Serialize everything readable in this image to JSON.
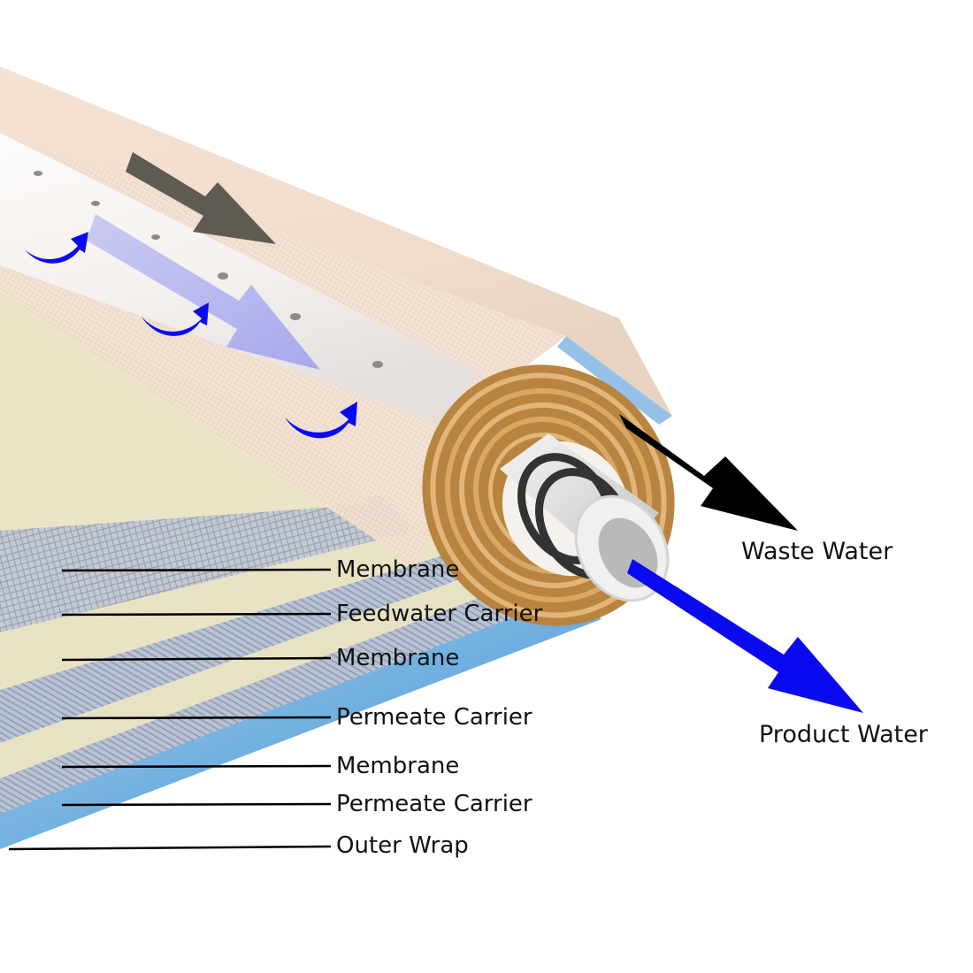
{
  "layers": [
    {
      "label": "Membrane"
    },
    {
      "label": "Feedwater Carrier"
    },
    {
      "label": "Membrane"
    },
    {
      "label": "Permeate Carrier"
    },
    {
      "label": "Membrane"
    },
    {
      "label": "Permeate Carrier"
    },
    {
      "label": "Outer Wrap"
    }
  ],
  "outputs": {
    "waste": "Waste Water",
    "product": "Product Water"
  },
  "colors": {
    "flow_blue": "#0a0af0",
    "feed_gray": "#5f5a52",
    "waste_black": "#000000",
    "membrane_cream": "#e9e3c5",
    "carrier_gray": "#b7bec9",
    "outer_wrap_blue": "#5aa6dd",
    "tube_shell": "#f1dfcf",
    "spiral_brown": "#c9924e"
  },
  "icons": {
    "feed_flow": "arrow-icon",
    "permeate_flow": "curved-arrow-icon"
  }
}
